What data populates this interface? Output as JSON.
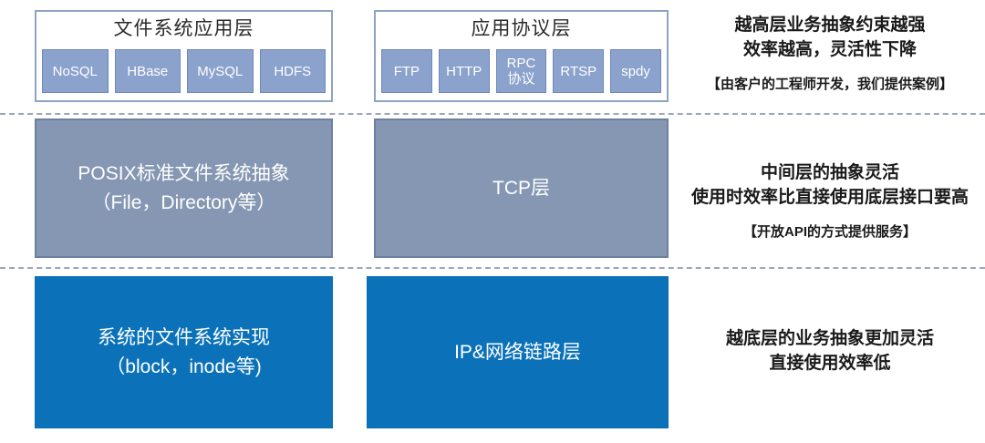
{
  "diagram": {
    "columns": {
      "filesystem": {
        "top": {
          "title": "文件系统应用层",
          "chips": [
            "NoSQL",
            "HBase",
            "MySQL",
            "HDFS"
          ]
        },
        "middle": {
          "label": "POSIX标准文件系统抽象\n（File，Directory等）"
        },
        "bottom": {
          "label": "系统的文件系统实现\n（block，inode等)"
        }
      },
      "network": {
        "top": {
          "title": "应用协议层",
          "chips": [
            "FTP",
            "HTTP",
            "RPC\n协议",
            "RTSP",
            "spdy"
          ]
        },
        "middle": {
          "label": "TCP层"
        },
        "bottom": {
          "label": "IP&网络链路层"
        }
      }
    },
    "notes": {
      "top": {
        "main": "越高层业务抽象约束越强\n效率越高，灵活性下降",
        "sub": "【由客户的工程师开发，我们提供案例】"
      },
      "middle": {
        "main": "中间层的抽象灵活\n使用时效率比直接使用底层接口要高",
        "sub": "【开放API的方式提供服务】"
      },
      "bottom": {
        "main": "越底层的业务抽象更加灵活\n直接使用效率低",
        "sub": ""
      }
    },
    "colors": {
      "chip_fill": "#8ba2cd",
      "gray_block": "#8597b3",
      "blue_block": "#0b72ba",
      "divider": "#9aa7bd"
    }
  }
}
